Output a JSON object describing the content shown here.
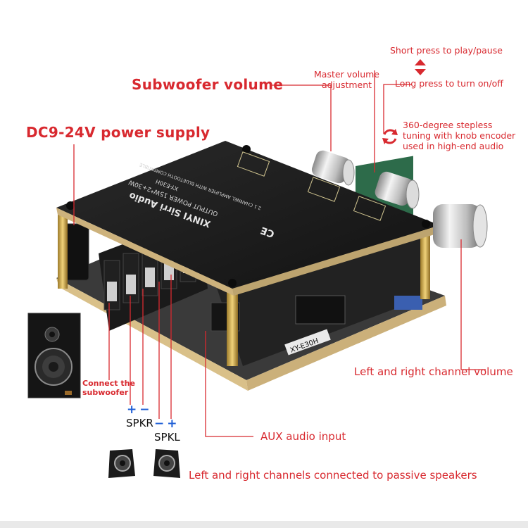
{
  "labels": {
    "subwoofer_volume": "Subwoofer volume",
    "power_supply": "DC9-24V power supply",
    "master_volume_line1": "Master volume",
    "master_volume_line2": "adjustment",
    "short_press": "Short press to play/pause",
    "long_press": "Long press to turn on/off",
    "stepless_line1": "360-degree stepless",
    "stepless_line2": "tuning with knob encoder",
    "stepless_line3": "used in high-end audio",
    "lr_volume": "Left and right channel volume",
    "connect_sub_line1": "Connect the",
    "connect_sub_line2": "subwoofer",
    "spkr": "SPKR",
    "spkl": "SPKL",
    "plus": "+",
    "minus": "−",
    "aux": "AUX audio input",
    "passive": "Left and right channels connected to passive speakers"
  },
  "board": {
    "line1": "XINYI Sirri Audio",
    "line2": "OUTPUT POWER 15W*2+30W",
    "line3": "XY-E30H",
    "line4": "2.1 CHANNEL AMPLIFIER WITH BLUETOOTH COMPATIBLE",
    "ce": "CE",
    "model_tag": "XY-E30H"
  },
  "colors": {
    "accent_red": "#d8292f",
    "symbol_blue": "#1f5fd6",
    "board_black": "#1c1c1c",
    "pcb_green": "#2d6b4a"
  },
  "icons": [
    "up-down-triangles-icon",
    "rotate-arrows-icon",
    "speaker-box-icon",
    "mini-speaker-icon"
  ]
}
